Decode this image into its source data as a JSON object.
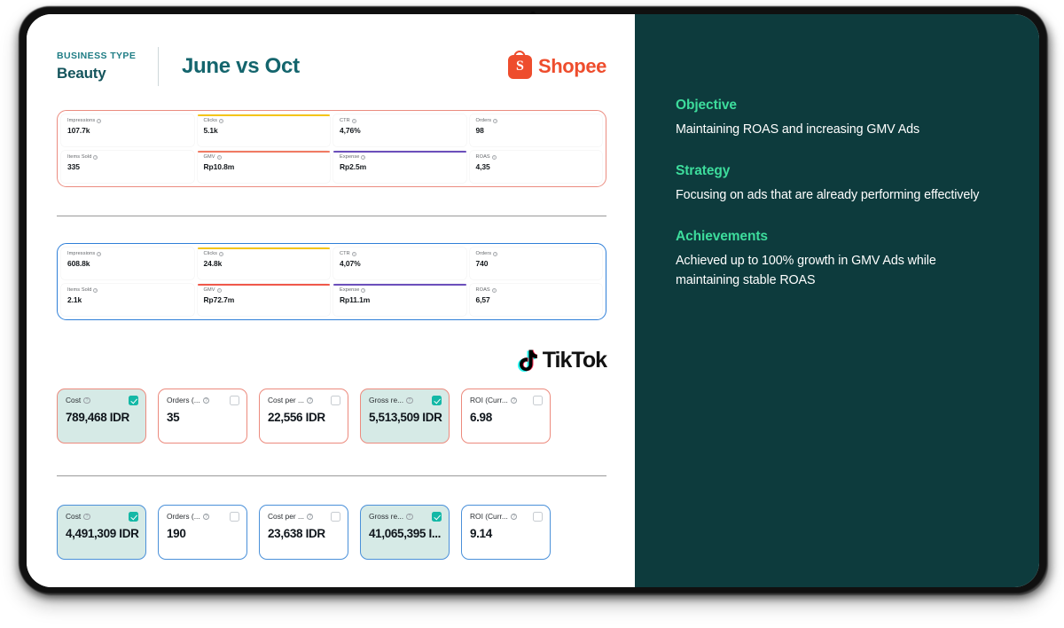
{
  "header": {
    "business_type_label": "BUSINESS TYPE",
    "business_type_value": "Beauty",
    "title": "June vs Oct",
    "brand": "Shopee",
    "brand_mark": "S"
  },
  "shopee": {
    "panel_before": {
      "border_color": "#eb8c80",
      "cells": [
        {
          "label": "Impressions",
          "value": "107.7k",
          "bar": ""
        },
        {
          "label": "Clicks",
          "value": "5.1k",
          "bar": "#f5c518"
        },
        {
          "label": "CTR",
          "value": "4,76%",
          "bar": ""
        },
        {
          "label": "Orders",
          "value": "98",
          "bar": ""
        },
        {
          "label": "Items Sold",
          "value": "335",
          "bar": ""
        },
        {
          "label": "GMV",
          "value": "Rp10.8m",
          "bar": "#f07a63"
        },
        {
          "label": "Expense",
          "value": "Rp2.5m",
          "bar": "#6b4fbb"
        },
        {
          "label": "ROAS",
          "value": "4,35",
          "bar": ""
        }
      ]
    },
    "panel_after": {
      "border_color": "#2f7fd8",
      "cells": [
        {
          "label": "Impressions",
          "value": "608.8k",
          "bar": ""
        },
        {
          "label": "Clicks",
          "value": "24.8k",
          "bar": "#f5c518"
        },
        {
          "label": "CTR",
          "value": "4,07%",
          "bar": ""
        },
        {
          "label": "Orders",
          "value": "740",
          "bar": ""
        },
        {
          "label": "Items Sold",
          "value": "2.1k",
          "bar": ""
        },
        {
          "label": "GMV",
          "value": "Rp72.7m",
          "bar": "#f0584a"
        },
        {
          "label": "Expense",
          "value": "Rp11.1m",
          "bar": "#6b4fbb"
        },
        {
          "label": "ROAS",
          "value": "6,57",
          "bar": ""
        }
      ]
    }
  },
  "tiktok": {
    "brand": "TikTok",
    "row_before": {
      "border_color": "#ec8a7d",
      "cards": [
        {
          "title": "Cost",
          "value": "789,468 IDR",
          "checked": true
        },
        {
          "title": "Orders (...",
          "value": "35",
          "checked": false
        },
        {
          "title": "Cost per ...",
          "value": "22,556 IDR",
          "checked": false
        },
        {
          "title": "Gross re...",
          "value": "5,513,509 IDR",
          "checked": true
        },
        {
          "title": "ROI (Curr...",
          "value": "6.98",
          "checked": false
        }
      ]
    },
    "row_after": {
      "border_color": "#4a90d9",
      "cards": [
        {
          "title": "Cost",
          "value": "4,491,309 IDR",
          "checked": true
        },
        {
          "title": "Orders (...",
          "value": "190",
          "checked": false
        },
        {
          "title": "Cost per ...",
          "value": "23,638 IDR",
          "checked": false
        },
        {
          "title": "Gross re...",
          "value": "41,065,395 I...",
          "checked": true
        },
        {
          "title": "ROI (Curr...",
          "value": "9.14",
          "checked": false
        }
      ]
    }
  },
  "summary": {
    "accent_color": "#3ddc9c",
    "background_color": "#0d3b3d",
    "sections": [
      {
        "title": "Objective",
        "body": "Maintaining ROAS and increasing GMV Ads"
      },
      {
        "title": "Strategy",
        "body": "Focusing on ads that are already performing effectively"
      },
      {
        "title": "Achievements",
        "body": "Achieved up to 100% growth in GMV Ads while maintaining stable ROAS"
      }
    ]
  }
}
